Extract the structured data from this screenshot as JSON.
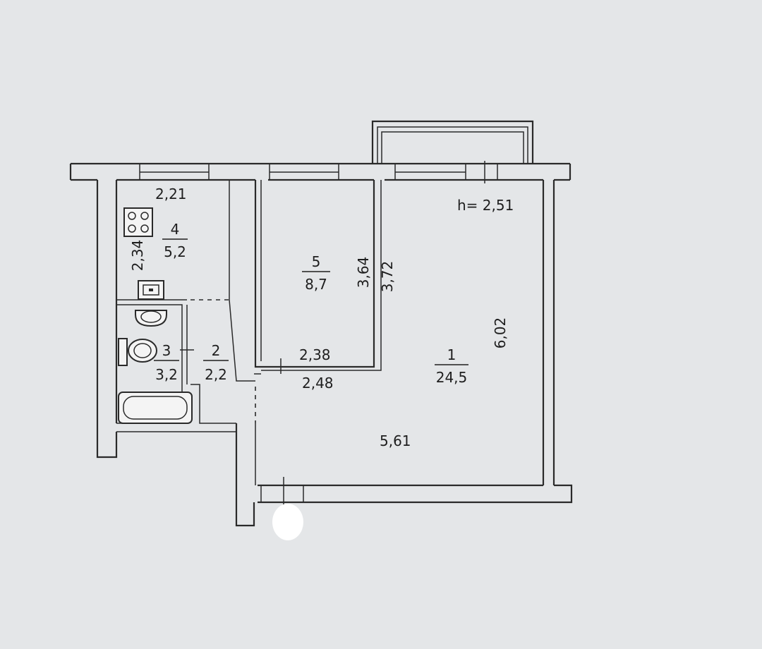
{
  "plan": {
    "height_label": "h= 2,51",
    "rooms": [
      {
        "id": "room-1",
        "number": "1",
        "area": "24,5"
      },
      {
        "id": "room-2",
        "number": "2",
        "area": "2,2"
      },
      {
        "id": "room-3",
        "number": "3",
        "area": "3,2"
      },
      {
        "id": "room-4",
        "number": "4",
        "area": "5,2"
      },
      {
        "id": "room-5",
        "number": "5",
        "area": "8,7"
      }
    ],
    "dimensions": {
      "kitchen_width": "2,21",
      "kitchen_depth": "2,34",
      "room5_depth_a": "3,64",
      "room5_depth_b": "3,72",
      "room5_width": "2,38",
      "hall_width": "2,48",
      "room1_width": "5,61",
      "room1_depth": "6,02"
    }
  },
  "colors": {
    "paper": "#e4e6e8",
    "line": "#2a2a2a",
    "mark": "#ffffff"
  }
}
